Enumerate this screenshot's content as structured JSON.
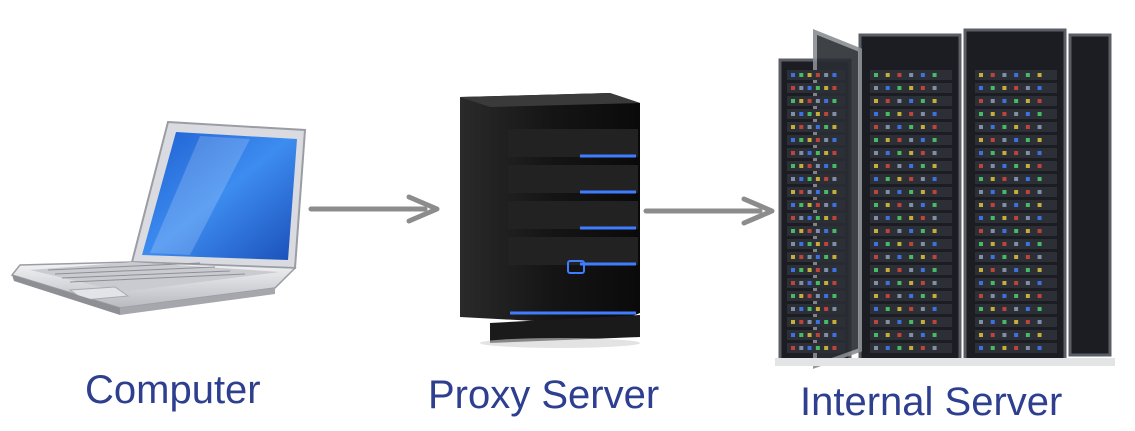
{
  "nodes": [
    {
      "label": "Computer",
      "icon": "laptop-icon"
    },
    {
      "label": "Proxy Server",
      "icon": "tower-server-icon"
    },
    {
      "label": "Internal Server",
      "icon": "server-rack-icon"
    }
  ],
  "edges": [
    {
      "from": "Computer",
      "to": "Proxy Server"
    },
    {
      "from": "Proxy Server",
      "to": "Internal Server"
    }
  ],
  "colors": {
    "label_text": "#2e3f8f",
    "arrow": "#8c8c8c",
    "screen_blue": "#2f7fe0",
    "server_accent": "#3f7cff"
  }
}
